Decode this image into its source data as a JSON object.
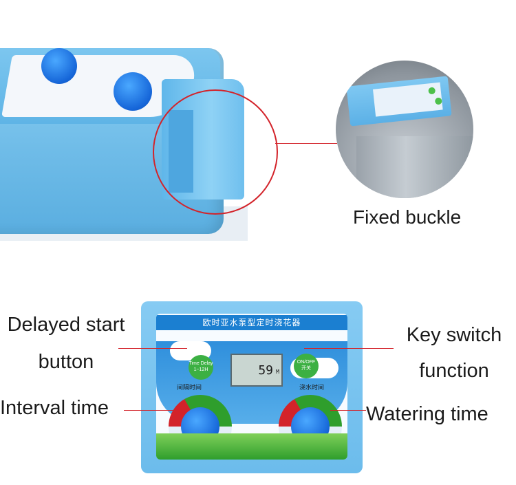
{
  "inset_caption": "Fixed buckle",
  "annotations": {
    "delayed_start_line1": "Delayed start",
    "delayed_start_line2": "button",
    "interval_time": "Interval time",
    "key_switch_line1": "Key switch",
    "key_switch_line2": "function",
    "watering_time": "Watering time"
  },
  "panel": {
    "title": "欧时亚水泵型定时浇花器",
    "lcd_value": "59",
    "lcd_unit": "M",
    "left_button_line1": "Time Delay",
    "left_button_line2": "1~12H",
    "right_button_line1": "ON/OFF",
    "right_button_line2": "开关",
    "interval_label": "间隔时间",
    "watering_label": "浇水时间"
  },
  "colors": {
    "device_blue": "#6fbce8",
    "knob_blue": "#1565d8",
    "accent_red": "#d3232a",
    "button_green": "#3cb043"
  }
}
